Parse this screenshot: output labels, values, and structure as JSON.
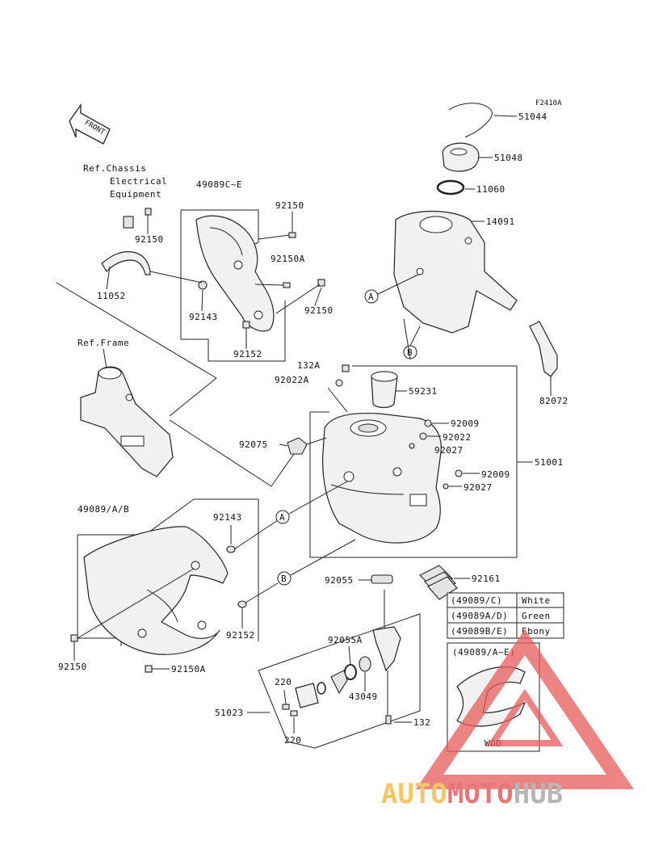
{
  "diagram_code": "F2410A",
  "front_label": "FRONT",
  "references": {
    "chassis_electrical": [
      "Ref.Chassis",
      "Electrical",
      "Equipment"
    ],
    "frame": "Ref.Frame"
  },
  "group_labels": {
    "upper_shroud": "49089C~E",
    "lower_shroud": "49089/A/B",
    "decal_group": "(49089/A~E)",
    "decal_name": "WOD"
  },
  "callout_letters": [
    "A",
    "B"
  ],
  "parts": {
    "p51044": "51044",
    "p51048": "51048",
    "p11060": "11060",
    "p14091": "14091",
    "p82072": "82072",
    "p59231": "59231",
    "p92009a": "92009",
    "p92022": "92022",
    "p92027a": "92027",
    "p92009b": "92009",
    "p92027b": "92027",
    "p51001": "51001",
    "p92161": "92161",
    "p132a": "132A",
    "p92022a": "92022A",
    "p92075": "92075",
    "p92150_top": "92150",
    "p92150a_top": "92150A",
    "p92150_mid": "92150",
    "p92143_top": "92143",
    "p92152_top": "92152",
    "p92150_left": "92150",
    "p11052": "11052",
    "p92143_low": "92143",
    "p92152_low": "92152",
    "p92150_low": "92150",
    "p92150a_low": "92150A",
    "p92055": "92055",
    "p92055a": "92055A",
    "p43049": "43049",
    "p220a": "220",
    "p220b": "220",
    "p51023": "51023",
    "p132": "132"
  },
  "color_table": [
    {
      "code": "(49089/C)",
      "color": "White"
    },
    {
      "code": "(49089A/D)",
      "color": "Green"
    },
    {
      "code": "(49089B/E)",
      "color": "Ebony"
    }
  ],
  "watermark": {
    "auto": "AUTO",
    "moto": "MOTO",
    "hub": "HUB"
  }
}
